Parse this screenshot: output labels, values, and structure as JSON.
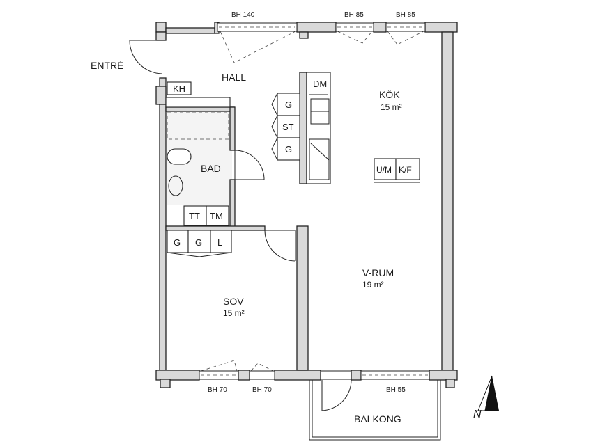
{
  "rooms": {
    "hall": {
      "name": "HALL"
    },
    "kitchen": {
      "name": "KÖK",
      "area": "15 m²"
    },
    "living": {
      "name": "V-RUM",
      "area": "19 m²"
    },
    "bedroom": {
      "name": "SOV",
      "area": "15 m²"
    },
    "bathroom": {
      "name": "BAD"
    },
    "balcony": {
      "name": "BALKONG"
    }
  },
  "entrance": "ENTRÉ",
  "windows": {
    "top_1": "BH 140",
    "top_2": "BH 85",
    "top_3": "BH 85",
    "bottom_1": "BH 70",
    "bottom_2": "BH 70",
    "bottom_3": "BH 55"
  },
  "fixtures": {
    "coat_rack": "KH",
    "dishwasher": "DM",
    "island_cabinets": [
      "G",
      "ST",
      "G"
    ],
    "fridge_freezer": [
      "U/M",
      "K/F"
    ],
    "laundry": [
      "TT",
      "TM"
    ],
    "bedroom_wardrobes": [
      "G",
      "G",
      "L"
    ]
  },
  "compass": "N"
}
